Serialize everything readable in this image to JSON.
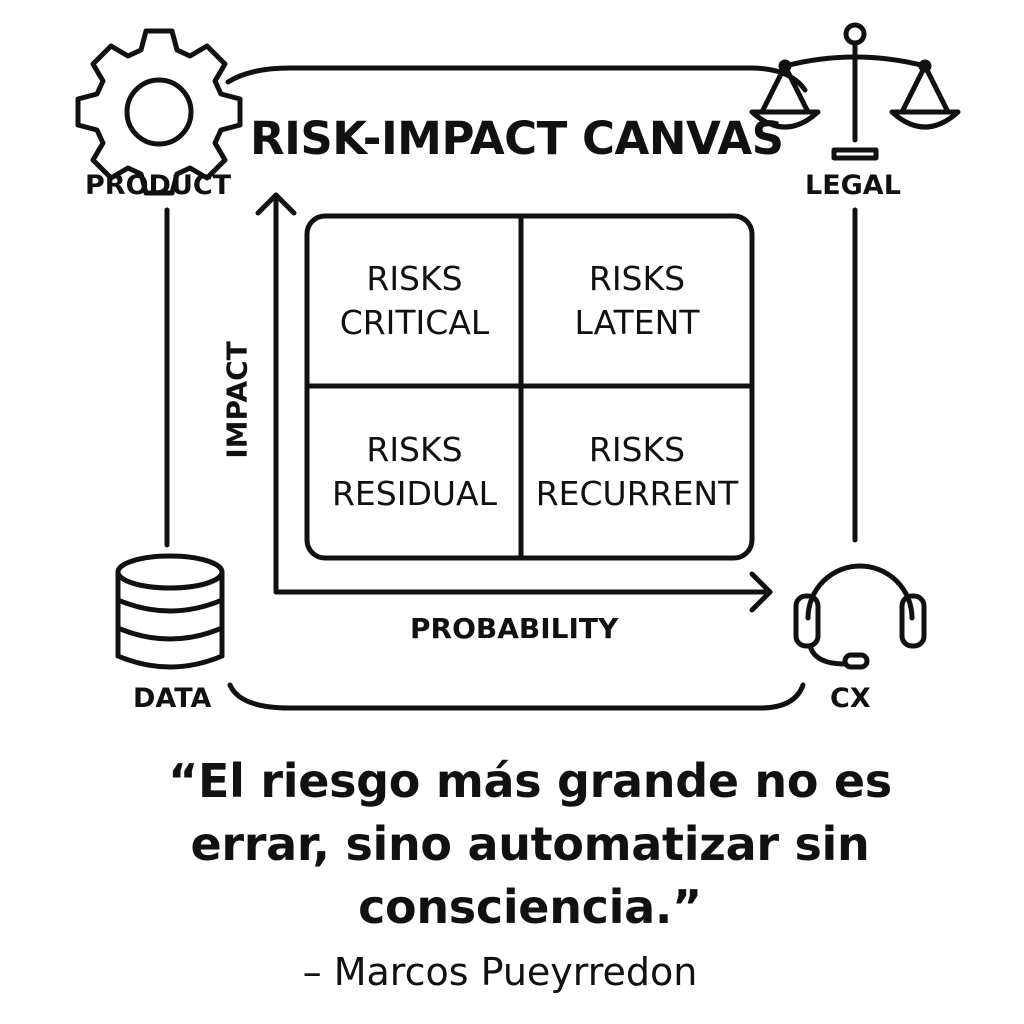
{
  "title": "RISK-IMPACT CANVAS",
  "stakeholders": {
    "product": {
      "label": "PRODUCT",
      "icon": "gear-icon"
    },
    "legal": {
      "label": "LEGAL",
      "icon": "scales-icon"
    },
    "data": {
      "label": "DATA",
      "icon": "database-icon"
    },
    "cx": {
      "label": "CX",
      "icon": "headset-icon"
    }
  },
  "axes": {
    "y_label": "IMPACT",
    "x_label": "PROBABILITY"
  },
  "quadrants": {
    "top_left": {
      "line1": "RISKS",
      "line2": "CRITICAL"
    },
    "top_right": {
      "line1": "RISKS",
      "line2": "LATENT"
    },
    "bottom_left": {
      "line1": "RISKS",
      "line2": "RESIDUAL"
    },
    "bottom_right": {
      "line1": "RISKS",
      "line2": "RECURRENT"
    }
  },
  "quote": {
    "text": "“El riesgo más grande no es errar, sino automatizar sin consciencia.”",
    "author": "– Marcos Pueyrredon"
  },
  "colors": {
    "ink": "#111111",
    "background": "#ffffff"
  }
}
